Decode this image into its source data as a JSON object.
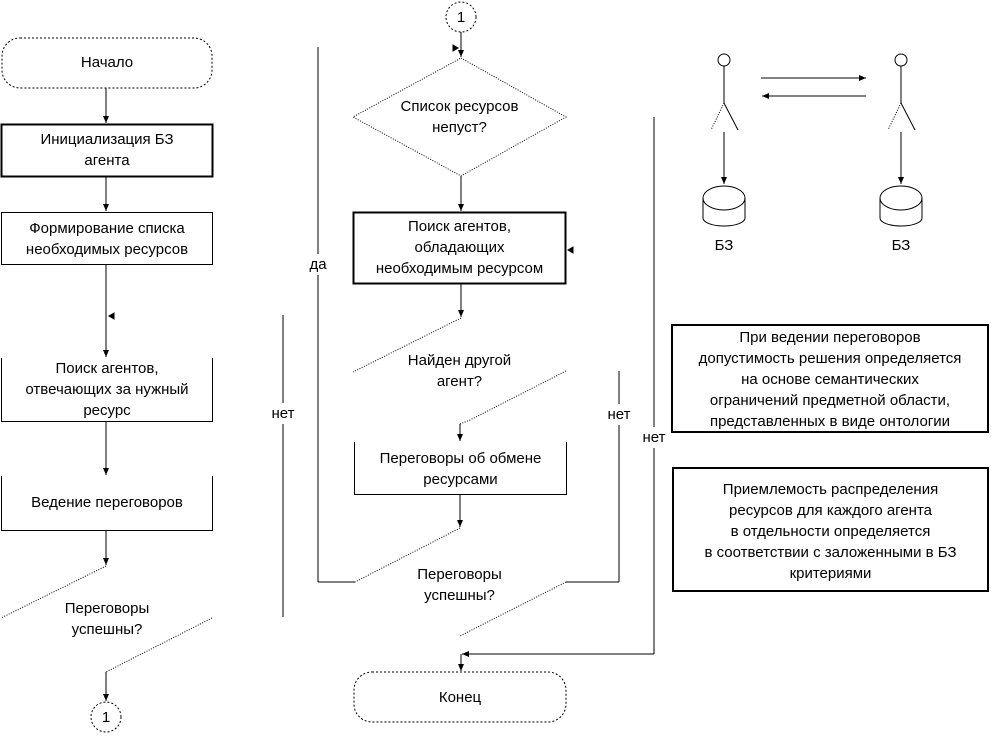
{
  "diagram": {
    "left_column": {
      "start": "Начало",
      "init_kb": "Инициализация БЗ\nагента",
      "form_list": "Формирование списка\nнеобходимых ресурсов",
      "search_responsible": "Поиск агентов,\nотвечающих за нужный\nресурс",
      "negotiate": "Ведение переговоров",
      "decision_success": "Переговоры\nуспешны?",
      "connector_out": "1",
      "label_no": "нет",
      "label_yes": "да"
    },
    "middle_column": {
      "connector_in": "1",
      "decision_list_nonempty": "Список ресурсов\nнепуст?",
      "search_owners": "Поиск агентов,\nобладающих\nнеобходимым ресурсом",
      "decision_other_agent": "Найден другой\nагент?",
      "negotiate_exchange": "Переговоры об обмене\nресурсами",
      "decision_success": "Переговоры\nуспешны?",
      "end": "Конец",
      "label_no_inner": "нет",
      "label_no_outer": "нет"
    },
    "agents_panel": {
      "kb_left": "БЗ",
      "kb_right": "БЗ"
    },
    "notes": {
      "semantic": "При ведении переговоров\nдопустимость решения определяется\nна основе семантических\nограничений предметной области,\nпредставленных в виде онтологии",
      "acceptability": "Приемлемость распределения\nресурсов для каждого агента\nв отдельности определяется\nв соответствии с заложенными в БЗ\nкритериями"
    }
  }
}
